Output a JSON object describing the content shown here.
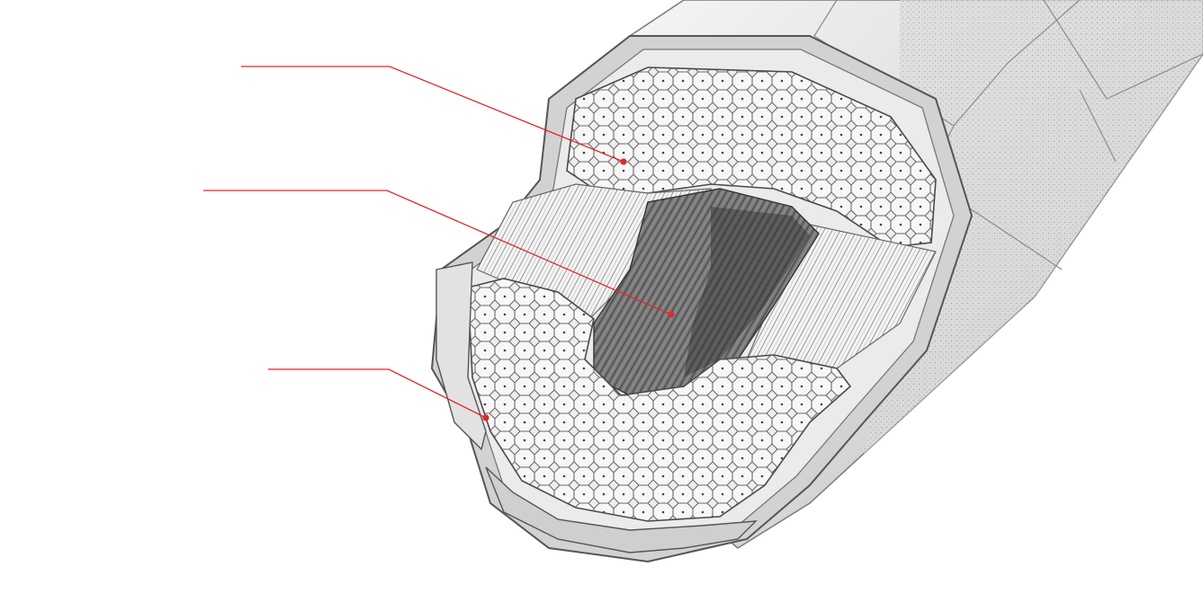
{
  "colors": {
    "background": "#ffffff",
    "leader_line": "#e0282e",
    "ink": "#3a3a3a",
    "cell_fill": "#f3f3f3",
    "outer_layer": "#e6e6e6"
  },
  "callouts": [
    {
      "name": "callout-upper-cell-layer",
      "label": ""
    },
    {
      "name": "callout-central-core",
      "label": ""
    },
    {
      "name": "callout-outer-sheath",
      "label": ""
    }
  ]
}
